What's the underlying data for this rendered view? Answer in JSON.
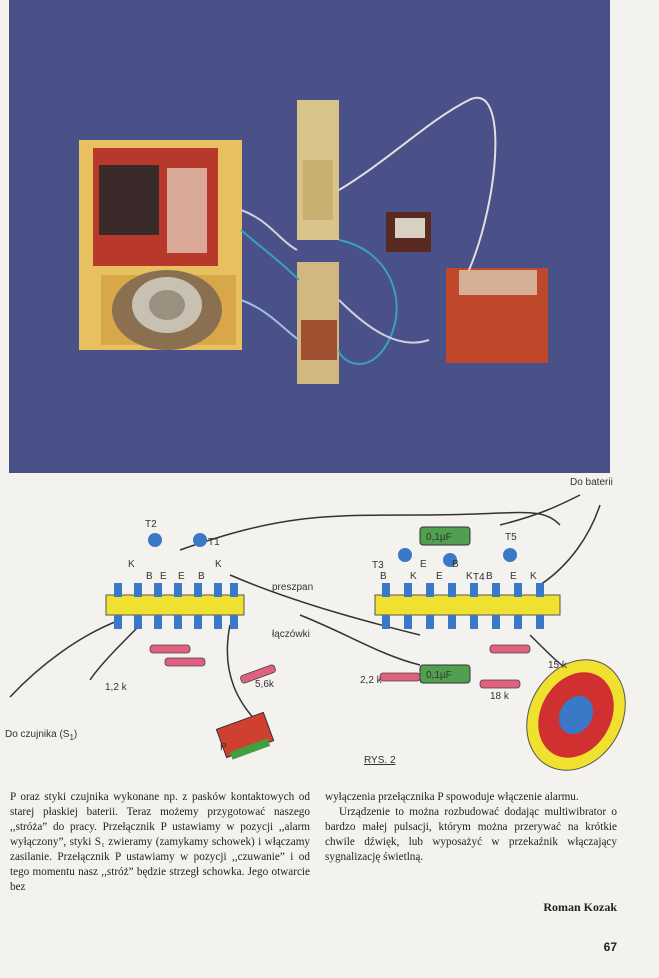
{
  "diagram": {
    "labels": {
      "do_baterii": "Do baterii",
      "preszpan": "preszpan",
      "laczowki": "łączówki",
      "do_czujnika": "Do czujnika  (S",
      "do_czujnika_sub": "1",
      "do_czujnika_end": ")",
      "p": "P",
      "rys": "RYS. 2",
      "t1": "T1",
      "t2": "T2",
      "t3": "T3",
      "t4": "T4",
      "t5": "T5",
      "r1": "1,2 k",
      "r2": "5,6k",
      "r3": "2,2 k",
      "r4": "18 k",
      "r5": "15 k",
      "c1": "0,1µF",
      "c2": "0,1µF",
      "pins_left": [
        "K",
        "B",
        "E",
        "E",
        "B",
        "K"
      ],
      "pins_right": [
        "B",
        "K",
        "E",
        "E",
        "B",
        "K",
        "B",
        "E",
        "K"
      ]
    }
  },
  "article": {
    "left_par": "P oraz styki czujnika wykonane np. z pasków kontaktowych od starej płaskiej baterii. Teraz możemy przygotować naszego ,,stróża” do pracy. Przełącznik P ustawiamy w pozycji ,,alarm wyłączony”, styki S₁ zwieramy (zamykamy schowek) i włączamy zasilanie. Przełącznik P ustawiamy w pozycji ,,czuwanie” i od tego momentu nasz ,,stróż” będzie strzegł schowka. Jego otwarcie bez",
    "right_par1": "wyłączenia przełącznika P spowoduje włączenie alarmu.",
    "right_par2": "Urządzenie to można rozbudować dodając multiwibrator o bardzo małej pulsacji, którym można przerywać na krótkie chwile dźwięk, lub wyposażyć w przekaźnik włączający sygnalizację świetlną.",
    "author": "Roman Kozak",
    "page_number": "67"
  }
}
